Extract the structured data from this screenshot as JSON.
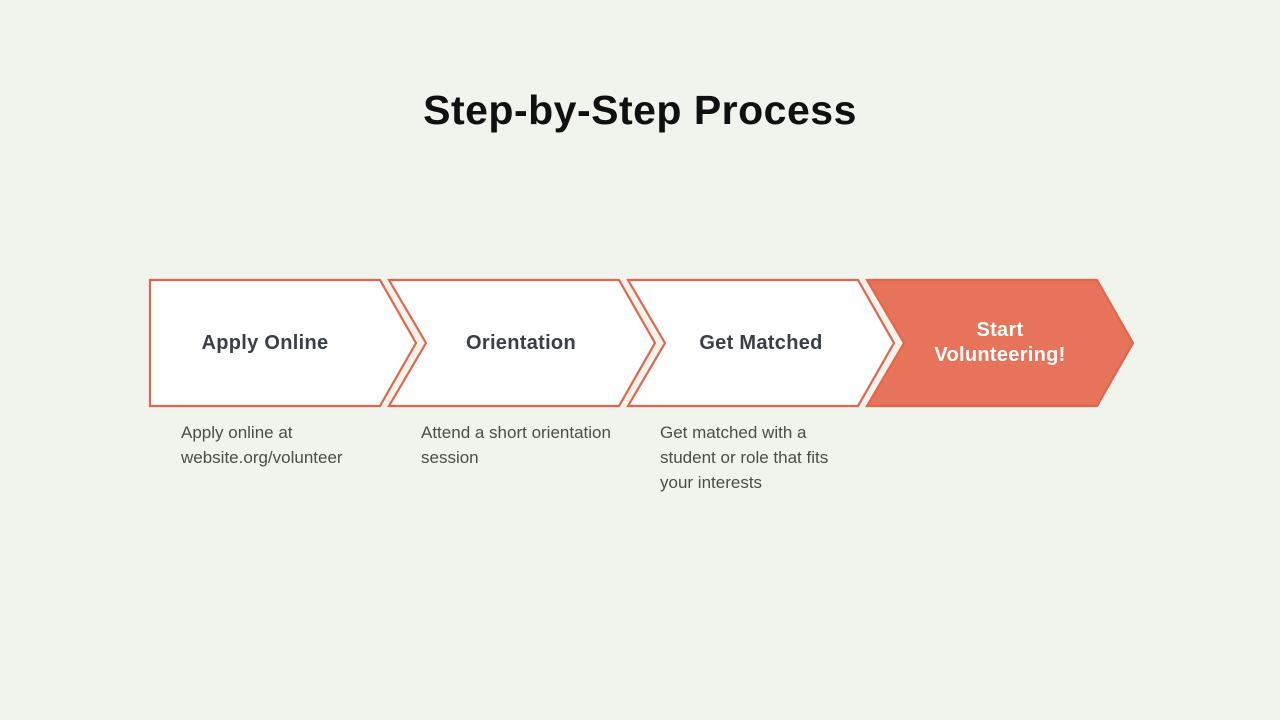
{
  "slide": {
    "title": "Step-by-Step Process",
    "colors": {
      "background": "#F1F4EC",
      "chevron_border": "#E4654B",
      "chevron_fill": "#FFFFFF",
      "chevron_fill_active": "#E8735B",
      "title_text": "#101010",
      "label_text": "#3A3F47",
      "label_text_active": "#FFFFFF",
      "description_text": "#4C4D45"
    },
    "steps": [
      {
        "label": "Apply Online",
        "description": "Apply online at website.org/volunteer",
        "filled": false
      },
      {
        "label": "Orientation",
        "description": "Attend a short orientation session",
        "filled": false
      },
      {
        "label": "Get Matched",
        "description": "Get matched with a student or role that fits your interests",
        "filled": false
      },
      {
        "label": "Start Volunteering!",
        "description": "",
        "filled": true
      }
    ]
  }
}
